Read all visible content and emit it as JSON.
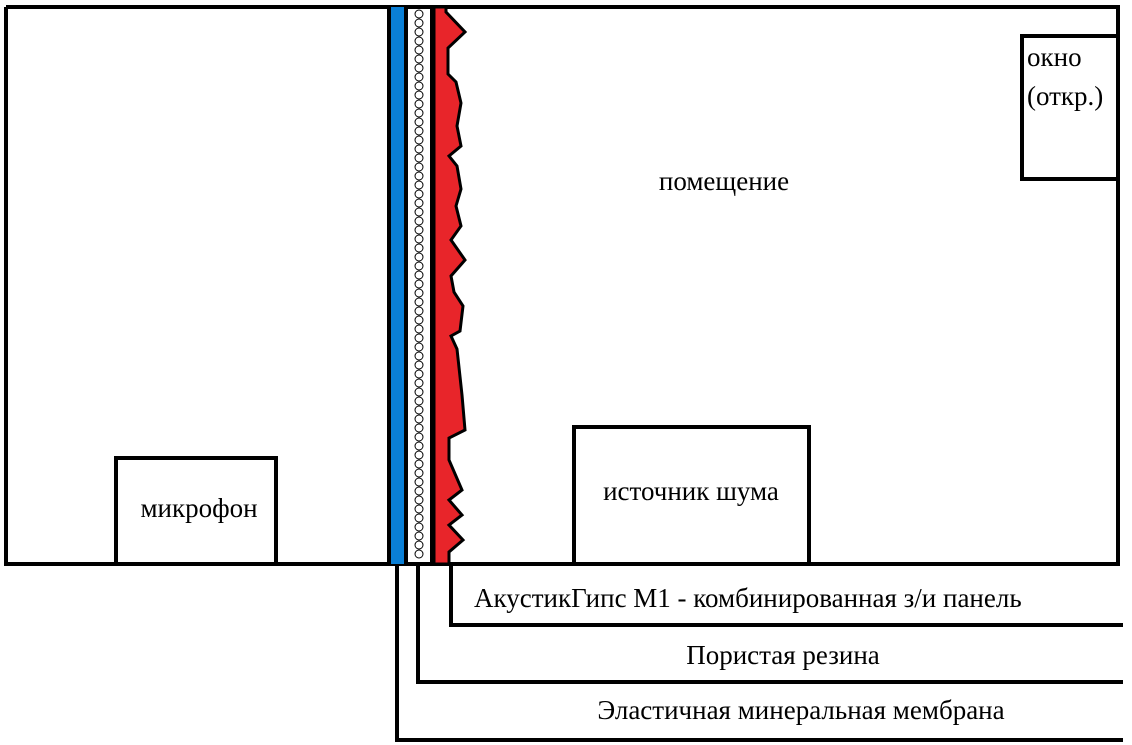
{
  "labels": {
    "room": "помещение",
    "window_line1": "окно",
    "window_line2": "(откр.)",
    "noise_source": "источник шума",
    "microphone": "микрофон"
  },
  "legend": {
    "panel": "АкустикГипс М1 - комбинированная з/и панель",
    "rubber": "Пористая резина",
    "membrane": "Эластичная минеральная мембрана"
  },
  "colors": {
    "membrane": "#0a7fd6",
    "panel": "#e8252a",
    "outline": "#000000"
  }
}
